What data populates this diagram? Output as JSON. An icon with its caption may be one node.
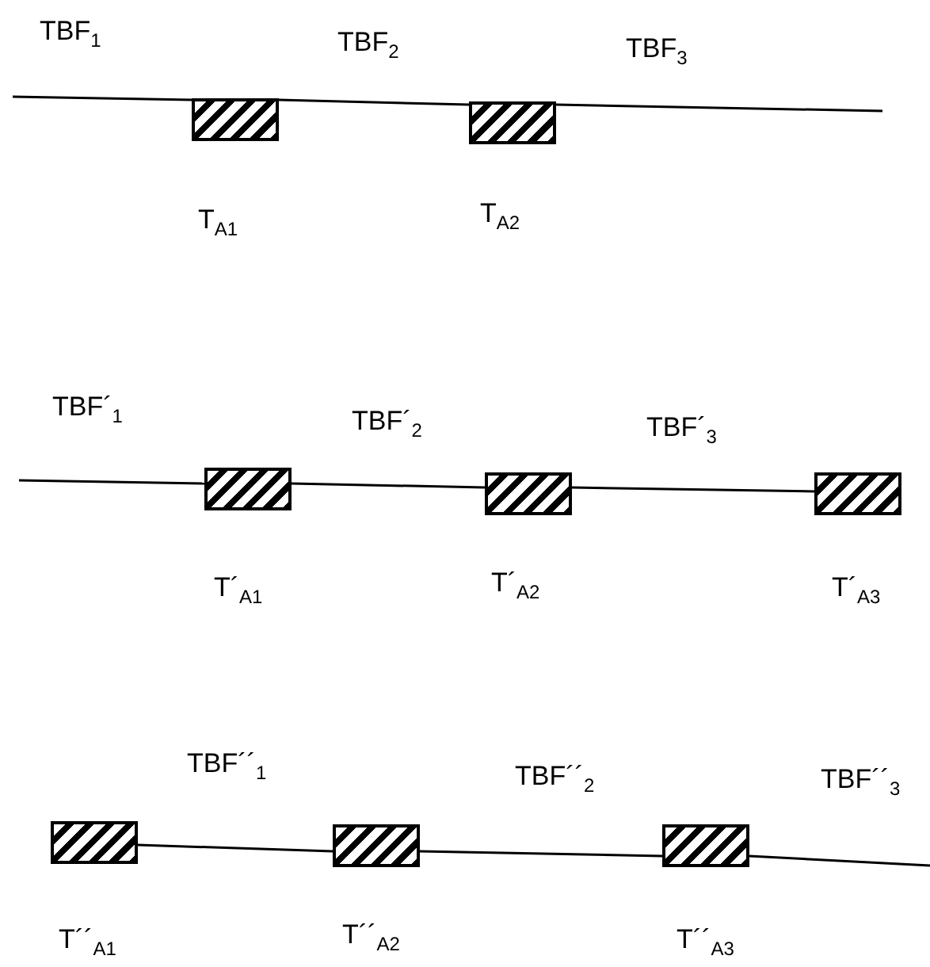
{
  "diagram": {
    "nodes": [
      {
        "text": [],
        "shape": "box",
        "beside": [
          "T$_{A1}$"
        ]
      },
      {
        "text": [],
        "shape": "box",
        "beside": [
          "T$_{A2}$"
        ]
      },
      {
        "text": [],
        "shape": "box",
        "beside": [
          "T´$_{A1}$"
        ]
      },
      {
        "text": [],
        "shape": "box",
        "beside": [
          "T´$_{A2}$"
        ]
      },
      {
        "text": [],
        "shape": "box",
        "beside": [
          "T´$_{A3}$"
        ]
      },
      {
        "text": [],
        "shape": "box",
        "beside": [
          "T´´$_{A1}$"
        ]
      },
      {
        "text": [],
        "shape": "box",
        "beside": [
          "T´´$_{A2}$"
        ]
      },
      {
        "text": [],
        "shape": "box",
        "beside": [
          "T´´$_{A3}$"
        ]
      }
    ],
    "edges": [
      {
        "from": null,
        "to": 0,
        "arrow": "none"
      },
      {
        "from": 0,
        "to": 1,
        "arrow": "none"
      },
      {
        "from": 1,
        "to": null,
        "arrow": "none"
      },
      {
        "from": null,
        "to": 2,
        "arrow": "none"
      },
      {
        "from": 2,
        "to": 3,
        "arrow": "none"
      },
      {
        "from": 3,
        "to": 4,
        "arrow": "none"
      },
      {
        "from": 5,
        "to": 6,
        "arrow": "none"
      },
      {
        "from": 6,
        "to": 7,
        "arrow": "none"
      },
      {
        "from": 7,
        "to": null,
        "arrow": "none"
      }
    ],
    "labels": [
      "TBF$_{1}$",
      "TBF$_{2}$",
      "TBF$_{3}$",
      "TBF´$_{1}$",
      "TBF´$_{2}$",
      "TBF´$_{3}$",
      "TBF´´$_{1}$",
      "TBF´´$_{2}$",
      "TBF´´$_{3}$"
    ]
  }
}
